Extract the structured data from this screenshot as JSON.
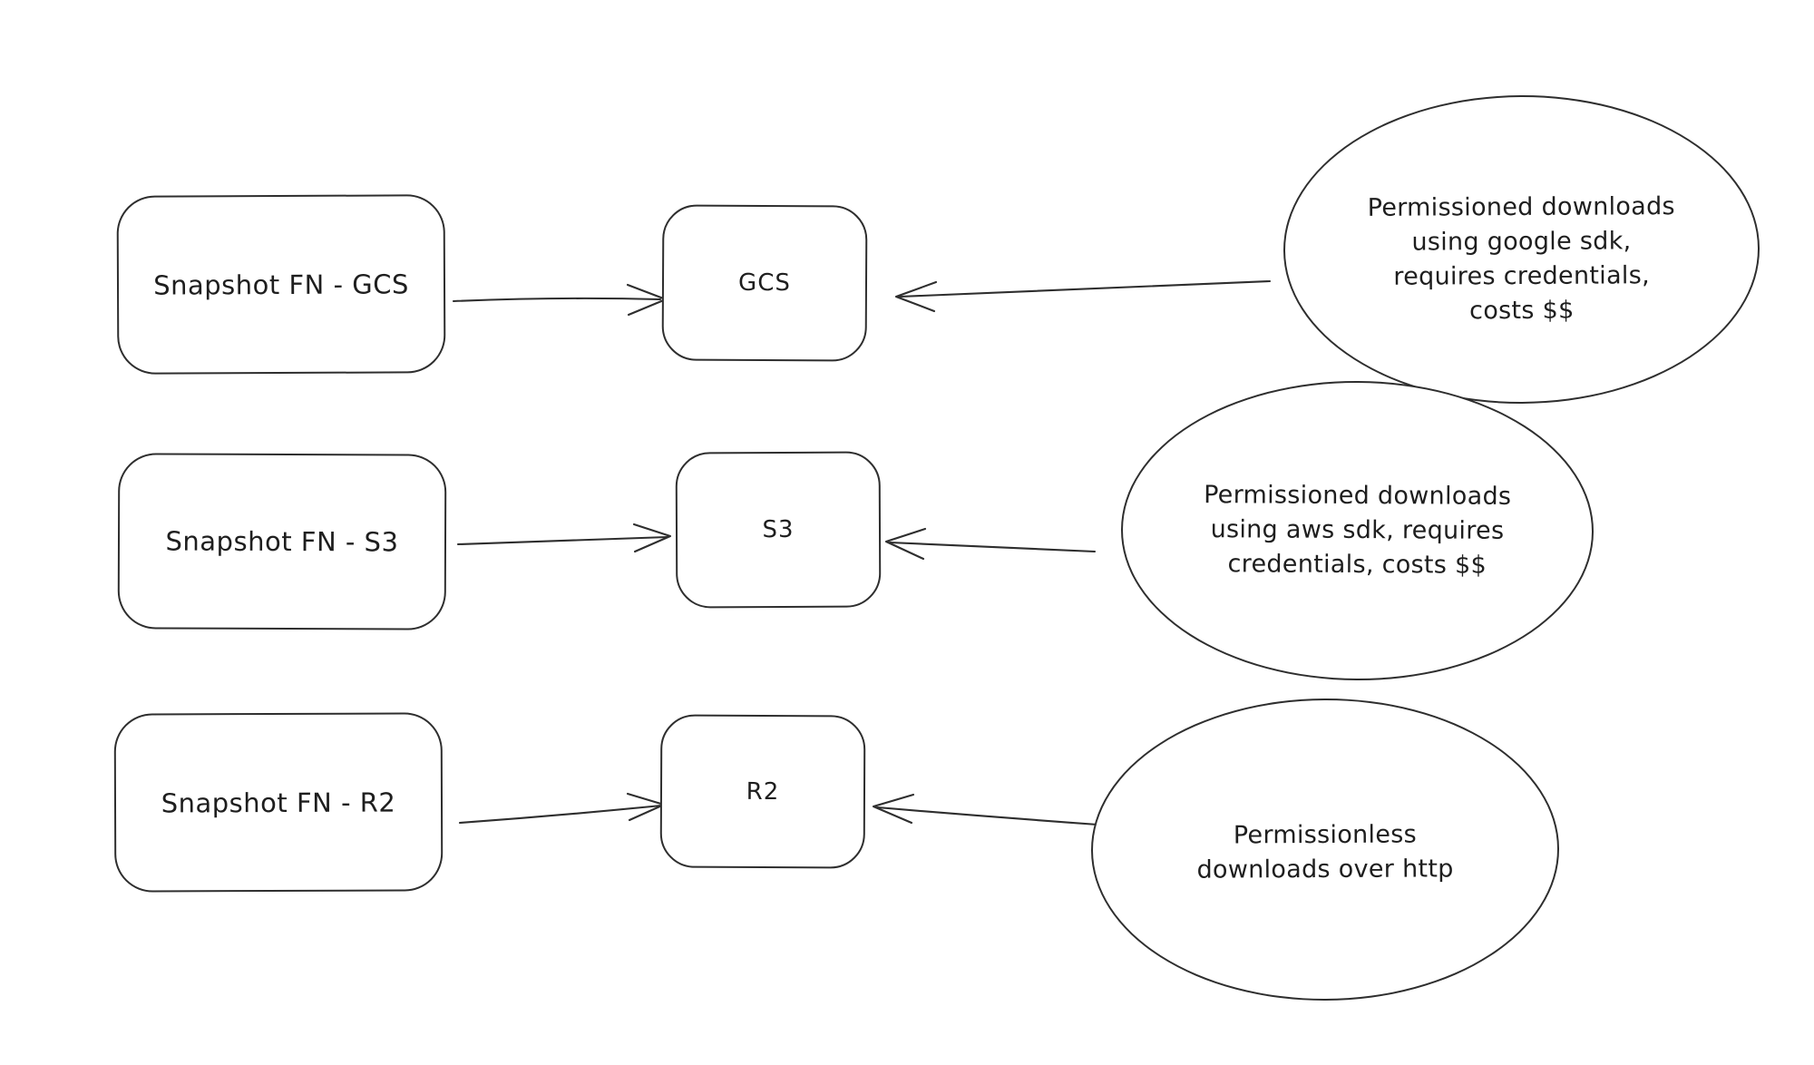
{
  "colors": {
    "background": "#ffffff",
    "ink": "#2e2e2e"
  },
  "diagram": {
    "rows": [
      {
        "source_label": "Snapshot FN - GCS",
        "target_label": "GCS",
        "note_lines": [
          "Permissioned downloads",
          "using google sdk,",
          "requires credentials,",
          "costs $$"
        ]
      },
      {
        "source_label": "Snapshot FN - S3",
        "target_label": "S3",
        "note_lines": [
          "Permissioned downloads",
          "using aws sdk, requires",
          "credentials, costs $$"
        ]
      },
      {
        "source_label": "Snapshot FN - R2",
        "target_label": "R2",
        "note_lines": [
          "Permissionless",
          "downloads over http"
        ]
      }
    ]
  }
}
